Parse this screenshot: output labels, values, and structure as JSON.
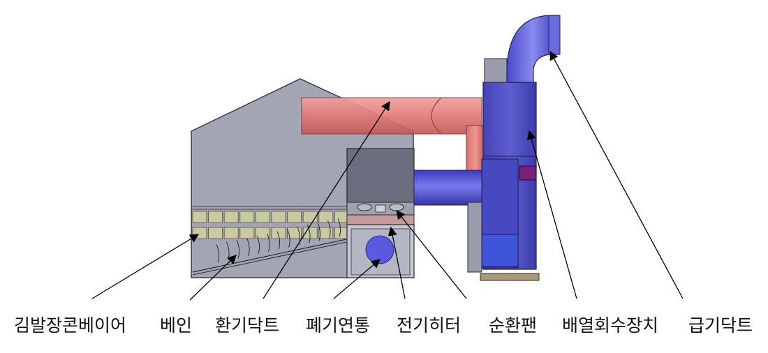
{
  "labels": {
    "laver_conveyor": "김발장콘베이어",
    "vane": "베인",
    "vent_duct": "환기닥트",
    "exhaust_stack": "폐기연통",
    "electric_heater": "전기히터",
    "circulation_fan": "순환팬",
    "heat_recovery": "배열회수장치",
    "supply_duct": "급기닥트"
  },
  "colors": {
    "housing": "#a3a5b5",
    "hot_duct": "#e27a78",
    "cold_duct": "#4f4fcf",
    "recovery_unit": "#5050c4",
    "heater_box": "#6c6e80",
    "fan": "#5a5ae0",
    "tray": "#c9c9a4",
    "outline": "#2a2a2a"
  }
}
